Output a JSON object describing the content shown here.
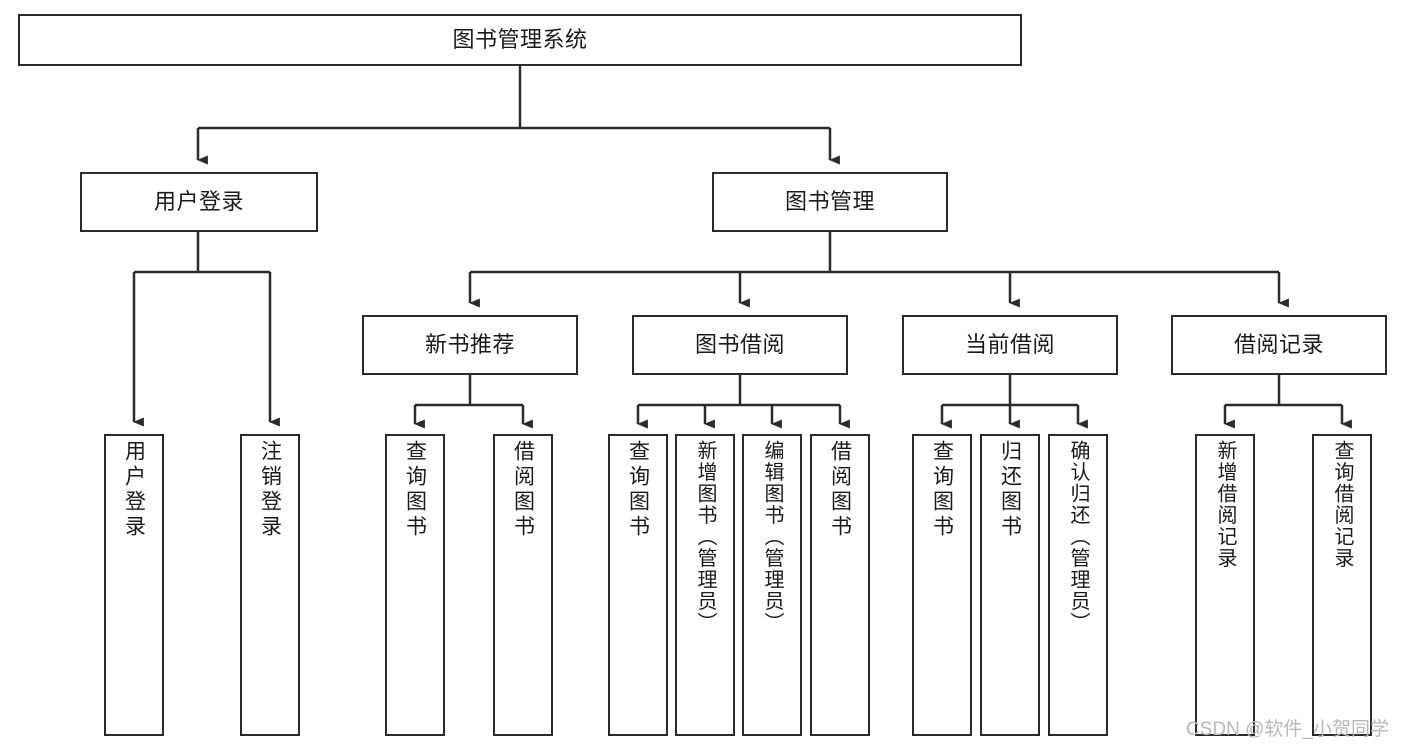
{
  "diagram": {
    "title": "图书管理系统",
    "type": "functional-structure-tree",
    "watermark": "CSDN @软件_小贺同学",
    "nodes": {
      "root": {
        "label": "图书管理系统"
      },
      "level2": [
        {
          "id": "user-login",
          "label": "用户登录"
        },
        {
          "id": "book-management",
          "label": "图书管理"
        }
      ],
      "level3": [
        {
          "id": "new-book-recommend",
          "label": "新书推荐"
        },
        {
          "id": "book-borrow",
          "label": "图书借阅"
        },
        {
          "id": "current-borrow",
          "label": "当前借阅"
        },
        {
          "id": "borrow-record",
          "label": "借阅记录"
        }
      ],
      "leaves": [
        {
          "id": "leaf-user-login",
          "label": "用户登录",
          "parent": "user-login"
        },
        {
          "id": "leaf-logout-login",
          "label": "注销登录",
          "parent": "user-login"
        },
        {
          "id": "leaf-query-book-1",
          "label": "查询图书",
          "parent": "new-book-recommend"
        },
        {
          "id": "leaf-borrow-book-1",
          "label": "借阅图书",
          "parent": "new-book-recommend"
        },
        {
          "id": "leaf-query-book-2",
          "label": "查询图书",
          "parent": "book-borrow"
        },
        {
          "id": "leaf-add-book",
          "label": "新增图书（管理员）",
          "parent": "book-borrow"
        },
        {
          "id": "leaf-edit-book",
          "label": "编辑图书（管理员）",
          "parent": "book-borrow"
        },
        {
          "id": "leaf-borrow-book-2",
          "label": "借阅图书",
          "parent": "book-borrow"
        },
        {
          "id": "leaf-query-book-3",
          "label": "查询图书",
          "parent": "current-borrow"
        },
        {
          "id": "leaf-return-book",
          "label": "归还图书",
          "parent": "current-borrow"
        },
        {
          "id": "leaf-confirm-return",
          "label": "确认归还（管理员）",
          "parent": "current-borrow"
        },
        {
          "id": "leaf-add-record",
          "label": "新增借阅记录",
          "parent": "borrow-record"
        },
        {
          "id": "leaf-query-record",
          "label": "查询借阅记录",
          "parent": "borrow-record"
        }
      ]
    },
    "colors": {
      "stroke": "#2b2b2b",
      "fill": "#ffffff",
      "text": "#1b1b1b",
      "watermark": "#b9b9b9"
    }
  }
}
